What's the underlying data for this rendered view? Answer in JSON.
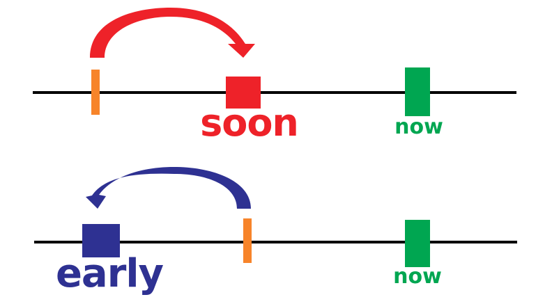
{
  "top": {
    "label_event": "soon",
    "label_now": "now"
  },
  "bottom": {
    "label_event": "early",
    "label_now": "now"
  },
  "colors": {
    "red": "#ee2229",
    "orange": "#f7842a",
    "green": "#00a651",
    "blue": "#2e3192",
    "line": "#000000"
  }
}
